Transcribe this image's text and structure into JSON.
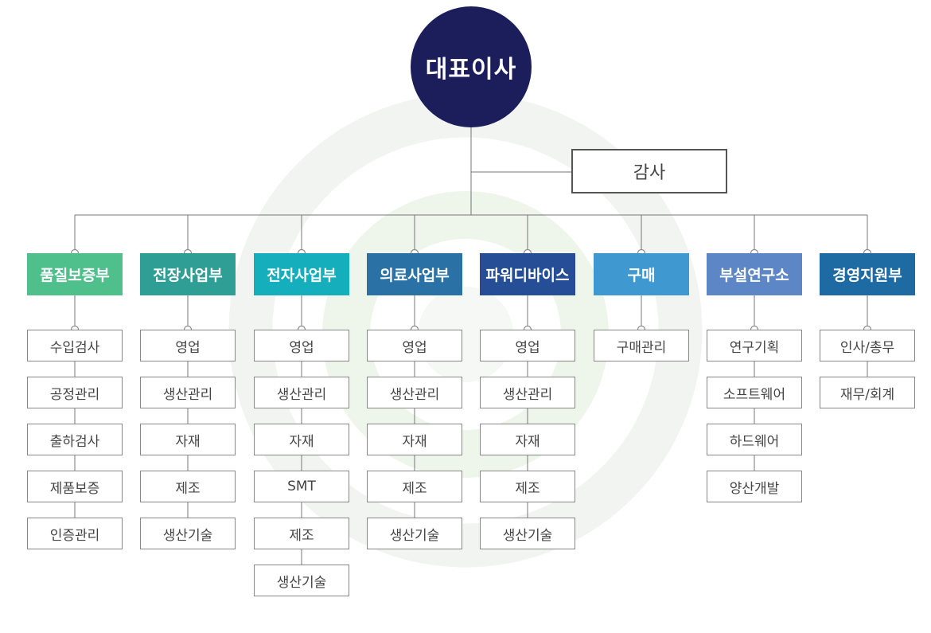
{
  "ceo": {
    "label": "대표이사"
  },
  "audit": {
    "label": "감사"
  },
  "departments": [
    {
      "name": "품질보증부",
      "color": "#4fbf8c",
      "children": [
        "수입검사",
        "공정관리",
        "출하검사",
        "제품보증",
        "인증관리"
      ]
    },
    {
      "name": "전장사업부",
      "color": "#2f9f95",
      "children": [
        "영업",
        "생산관리",
        "자재",
        "제조",
        "생산기술"
      ]
    },
    {
      "name": "전자사업부",
      "color": "#15aebd",
      "children": [
        "영업",
        "생산관리",
        "자재",
        "SMT",
        "제조",
        "생산기술"
      ]
    },
    {
      "name": "의료사업부",
      "color": "#2a72a6",
      "children": [
        "영업",
        "생산관리",
        "자재",
        "제조",
        "생산기술"
      ]
    },
    {
      "name": "파워디바이스",
      "color": "#254e96",
      "children": [
        "영업",
        "생산관리",
        "자재",
        "제조",
        "생산기술"
      ]
    },
    {
      "name": "구매",
      "color": "#3f98cf",
      "children": [
        "구매관리"
      ]
    },
    {
      "name": "부설연구소",
      "color": "#5c86c5",
      "children": [
        "연구기획",
        "소프트웨어",
        "하드웨어",
        "양산개발"
      ]
    },
    {
      "name": "경영지원부",
      "color": "#1e6aa3",
      "children": [
        "인사/총무",
        "재무/회계"
      ]
    }
  ]
}
